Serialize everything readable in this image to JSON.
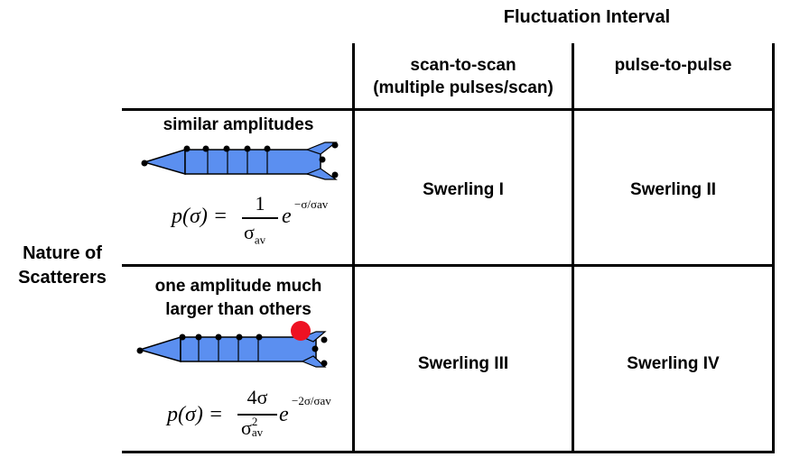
{
  "title": "Fluctuation Interval",
  "row_header": {
    "line1": "Nature of",
    "line2": "Scatterers"
  },
  "columns": [
    {
      "line1": "scan-to-scan",
      "line2": "(multiple pulses/scan)"
    },
    {
      "line1": "pulse-to-pulse",
      "line2": ""
    }
  ],
  "rows": [
    {
      "label_line1": "similar amplitudes",
      "label_line2": "",
      "formula": {
        "lhs": "p(σ) =",
        "num": "1",
        "den": "σ",
        "den_sub": "av",
        "exp": "−σ/σav"
      },
      "cells": [
        "Swerling I",
        "Swerling II"
      ]
    },
    {
      "label_line1": "one amplitude much",
      "label_line2": "larger than others",
      "formula": {
        "lhs": "p(σ) =",
        "num": "4σ",
        "den": "σ",
        "den_sup": "2",
        "den_sub": "av",
        "exp": "−2σ/σav"
      },
      "cells": [
        "Swerling III",
        "Swerling IV"
      ]
    }
  ],
  "colors": {
    "missile_body": "#5b8ff0",
    "dominant_scatterer": "#ee1122",
    "line": "#000000"
  }
}
